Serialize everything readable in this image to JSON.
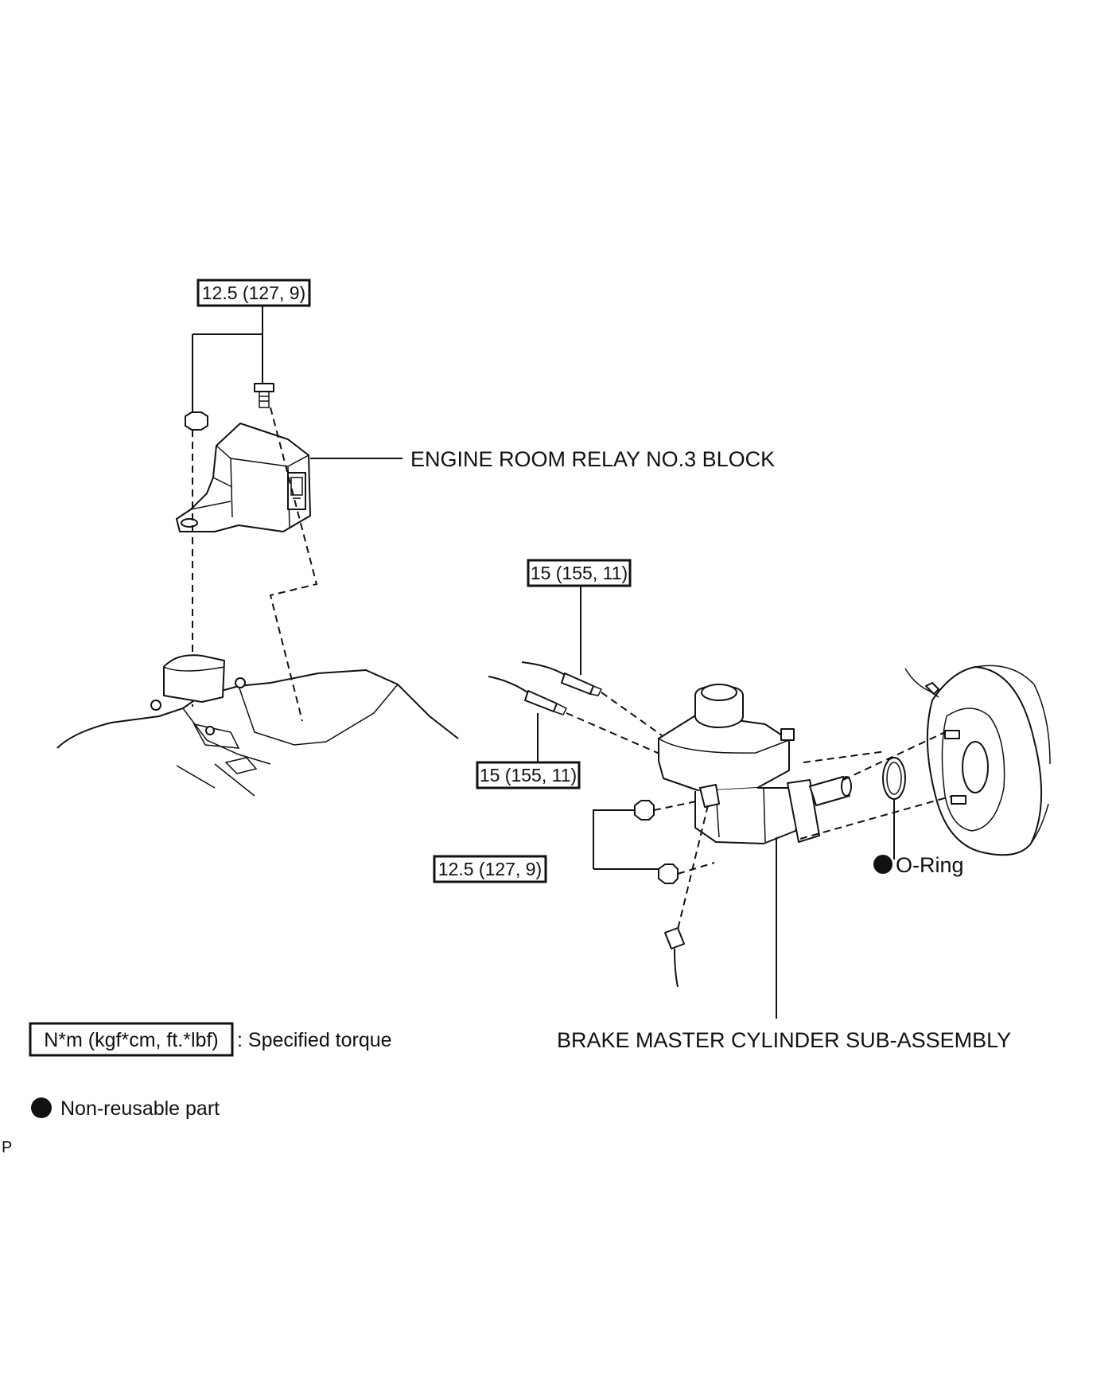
{
  "torque_labels": {
    "relay_bolt": "12.5 (127, 9)",
    "brake_line_upper": "15 (155, 11)",
    "brake_line_lower": "15 (155, 11)",
    "cylinder_nuts": "12.5 (127, 9)"
  },
  "parts": {
    "relay_block": "ENGINE ROOM RELAY NO.3 BLOCK",
    "master_cylinder": "BRAKE MASTER CYLINDER SUB-ASSEMBLY",
    "o_ring": "O-Ring"
  },
  "legend": {
    "torque_unit_box": "N*m (kgf*cm, ft.*lbf)",
    "torque_desc": ": Specified torque",
    "non_reusable": "Non-reusable part"
  },
  "corner_mark": "P"
}
